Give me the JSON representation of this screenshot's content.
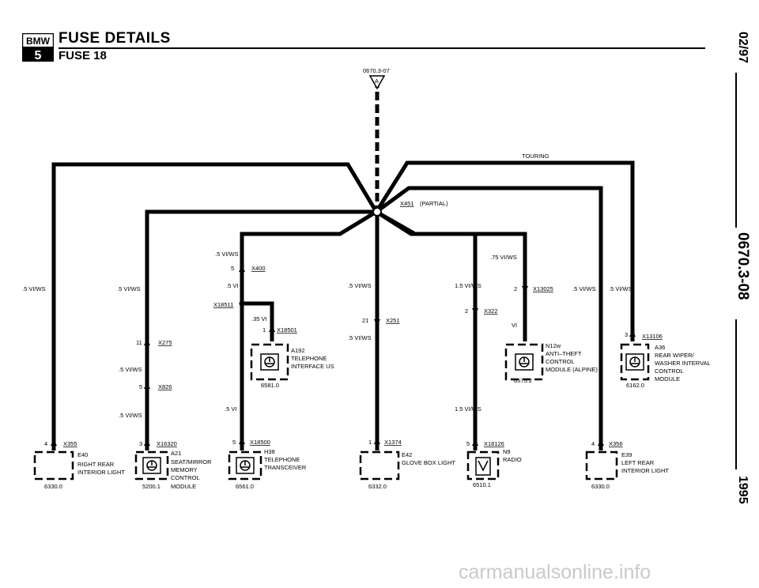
{
  "header": {
    "logo_top": "BMW",
    "logo_bottom": "5",
    "title": "FUSE DETAILS",
    "subtitle": "FUSE 18"
  },
  "side_text": {
    "date": "02/97",
    "doc_number": "0670.3-08",
    "year": "1995"
  },
  "watermark": "carmanualsonline.info",
  "top": {
    "ref": "0670.3-07",
    "connector_letter": "A",
    "splice": "X451",
    "splice_note": "(PARTIAL)",
    "touring": "TOURING"
  },
  "wires": {
    "w1": ".5 VI/WS",
    "w2": ".5 VI/WS",
    "w2b": ".5 VI/WS",
    "w2c": ".5 VI/WS",
    "w3a": ".5 VI/WS",
    "w3b": ".5 VI",
    "w3c": ".35 VI",
    "w3d": ".5 VI",
    "w4a": ".5 VI/WS",
    "w4b": ".5 VI/WS",
    "w5a": ".75 VI/WS",
    "w5b": "1.5 VI/WS",
    "w5c": "1.5 VI/WS",
    "w5d": "VI",
    "w6": ".5 VI/WS",
    "w7": ".5 VI/WS"
  },
  "connectors": {
    "x400": {
      "pin": "5",
      "id": "X400"
    },
    "x18511": {
      "id": "X18511"
    },
    "x18501": {
      "pin": "1",
      "id": "X18501"
    },
    "x275": {
      "pin": "11",
      "id": "X275"
    },
    "x826": {
      "pin": "5",
      "id": "X826"
    },
    "x251": {
      "pin": "21",
      "id": "X251"
    },
    "x13025": {
      "pin": "2",
      "id": "X13025"
    },
    "x322": {
      "pin": "2",
      "id": "X322"
    },
    "x13106": {
      "pin": "3",
      "id": "X13106"
    },
    "x355": {
      "pin": "4",
      "id": "X355"
    },
    "x16320": {
      "pin": "3",
      "id": "X16320"
    },
    "x18500": {
      "pin": "5",
      "id": "X18500"
    },
    "x1374": {
      "pin": "1",
      "id": "X1374"
    },
    "x18126": {
      "pin": "5",
      "id": "X18126"
    },
    "x356": {
      "pin": "4",
      "id": "X356"
    }
  },
  "components": {
    "a192": {
      "id": "A192",
      "l1": "TELEPHONE",
      "l2": "INTERFACE US",
      "ref": "6581.0"
    },
    "n12w": {
      "id": "N12w",
      "l1": "ANTI–THEFT",
      "l2": "CONTROL",
      "l3": "MODULE (ALPINE)",
      "ref": "6575.2"
    },
    "a36": {
      "id": "A36",
      "l1": "REAR WIPER/",
      "l2": "WASHER INTERVAL",
      "l3": "CONTROL",
      "l4": "MODULE",
      "ref": "6162.0"
    },
    "e40": {
      "id": "E40",
      "l1": "RIGHT REAR",
      "l2": "INTERIOR LIGHT",
      "ref": "6330.0"
    },
    "a21": {
      "id": "A21",
      "l1": "SEAT/MIRROR",
      "l2": "MEMORY",
      "l3": "CONTROL",
      "l4": "MODULE",
      "ref": "5200.1"
    },
    "h38": {
      "id": "H38",
      "l1": "TELEPHONE",
      "l2": "TRANSCEIVER",
      "ref": "6561.0"
    },
    "e42": {
      "id": "E42",
      "l1": "GLOVE BOX LIGHT",
      "ref": "6332.0"
    },
    "n9": {
      "id": "N9",
      "l1": "RADIO",
      "ref": "6510.1"
    },
    "e39": {
      "id": "E39",
      "l1": "LEFT REAR",
      "l2": "INTERIOR LIGHT",
      "ref": "6330.0"
    }
  }
}
